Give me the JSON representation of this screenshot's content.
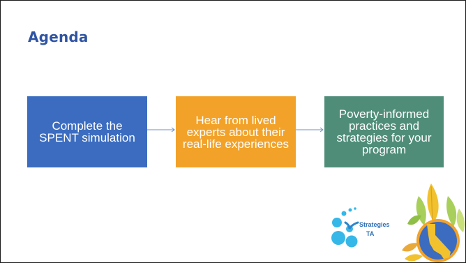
{
  "slide": {
    "title": "Agenda",
    "steps": [
      {
        "label": "Complete the SPENT simulation",
        "color": "#3b6cc0"
      },
      {
        "label": "Hear from lived experts about their real-life experiences",
        "color": "#f2a228"
      },
      {
        "label": "Poverty-informed practices and strategies for your program",
        "color": "#4f8d79"
      }
    ],
    "colors": {
      "title": "#2f54a3",
      "arrow": "#6f8fc4"
    }
  },
  "logos": {
    "strategies": {
      "line1": "Strategies",
      "line2": "TA"
    }
  }
}
